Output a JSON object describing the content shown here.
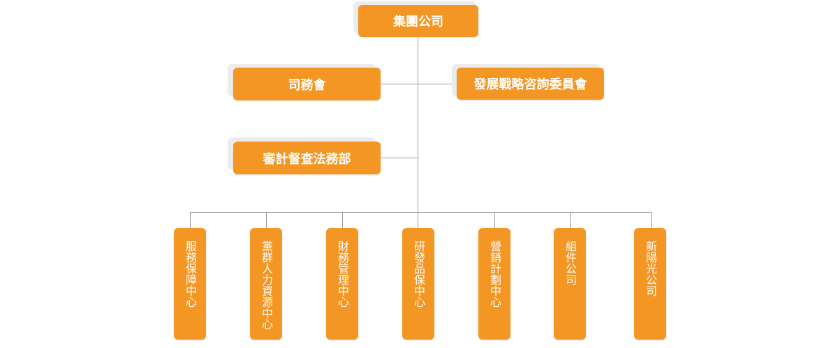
{
  "org_chart": {
    "top": "集團公司",
    "committees": {
      "left": "司務會",
      "right": "發展戰略咨詢委員會"
    },
    "audit_department": "審計督查法務部",
    "departments": [
      "服務保障中心",
      "黨群人力資源中心",
      "財務管理中心",
      "研發品保中心",
      "營銷計劃中心",
      "組件公司",
      "新陽光公司"
    ]
  },
  "colors": {
    "box_fill": "#f39624",
    "box_text": "#ffffff",
    "connector": "#9a9a9a",
    "shadow": "#ececec"
  }
}
